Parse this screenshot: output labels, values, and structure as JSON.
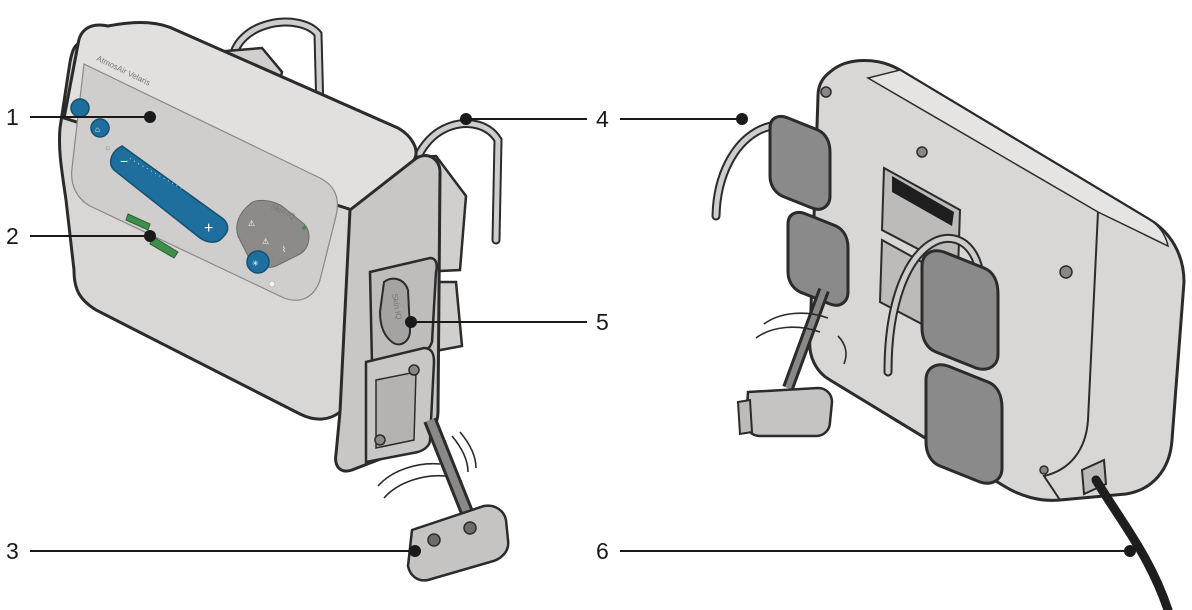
{
  "device": {
    "brand_label": "AtmosAir Velaris",
    "skin_iq_label": "Skin IQ",
    "port_label": "Skin IQ"
  },
  "callouts": [
    {
      "number": "1"
    },
    {
      "number": "2"
    },
    {
      "number": "3"
    },
    {
      "number": "4"
    },
    {
      "number": "5"
    },
    {
      "number": "6"
    }
  ],
  "colors": {
    "body": "#d9d6d6",
    "outline": "#2b2b2b",
    "panel_blue": "#1f6f9e",
    "indicator_green": "#3e8f4a",
    "pad_gray": "#8a8a8a",
    "cable": "#1e1e1e"
  }
}
